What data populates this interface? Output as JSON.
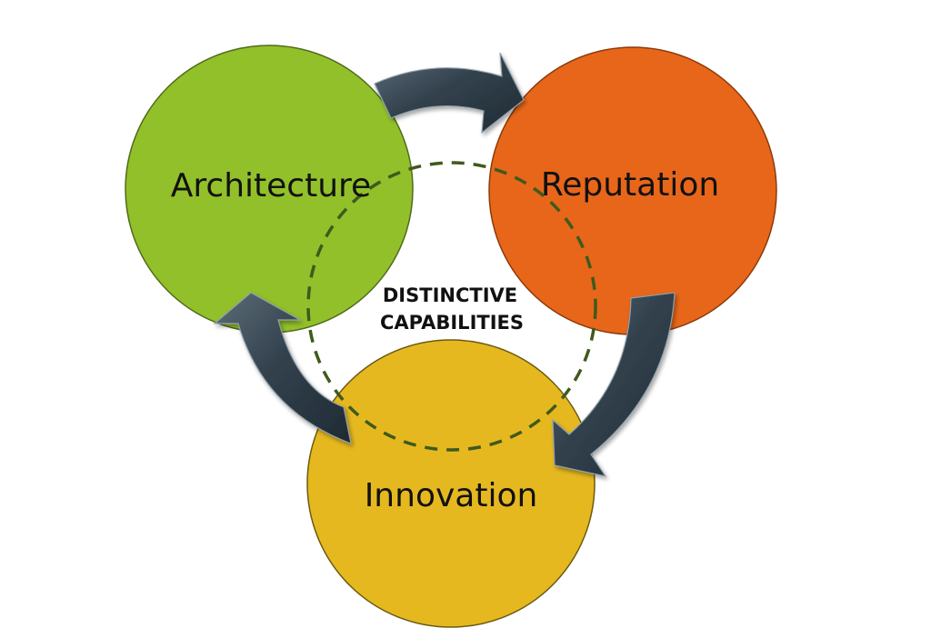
{
  "diagram": {
    "nodes": [
      {
        "id": "architecture",
        "label": "Architecture",
        "color": "#92C02A"
      },
      {
        "id": "reputation",
        "label": "Reputation",
        "color": "#E8661A"
      },
      {
        "id": "innovation",
        "label": "Innovation",
        "color": "#E6B820"
      }
    ],
    "center": {
      "line1": "DISTINCTIVE",
      "line2": "CAPABILITIES"
    },
    "cycle_order": [
      "architecture",
      "reputation",
      "innovation"
    ],
    "colors": {
      "node_outline": "#4E6B1A",
      "dashed_ring": "#3F5A1C",
      "arrow_fill": "#33424E",
      "arrow_highlight": "#6E808C"
    }
  }
}
